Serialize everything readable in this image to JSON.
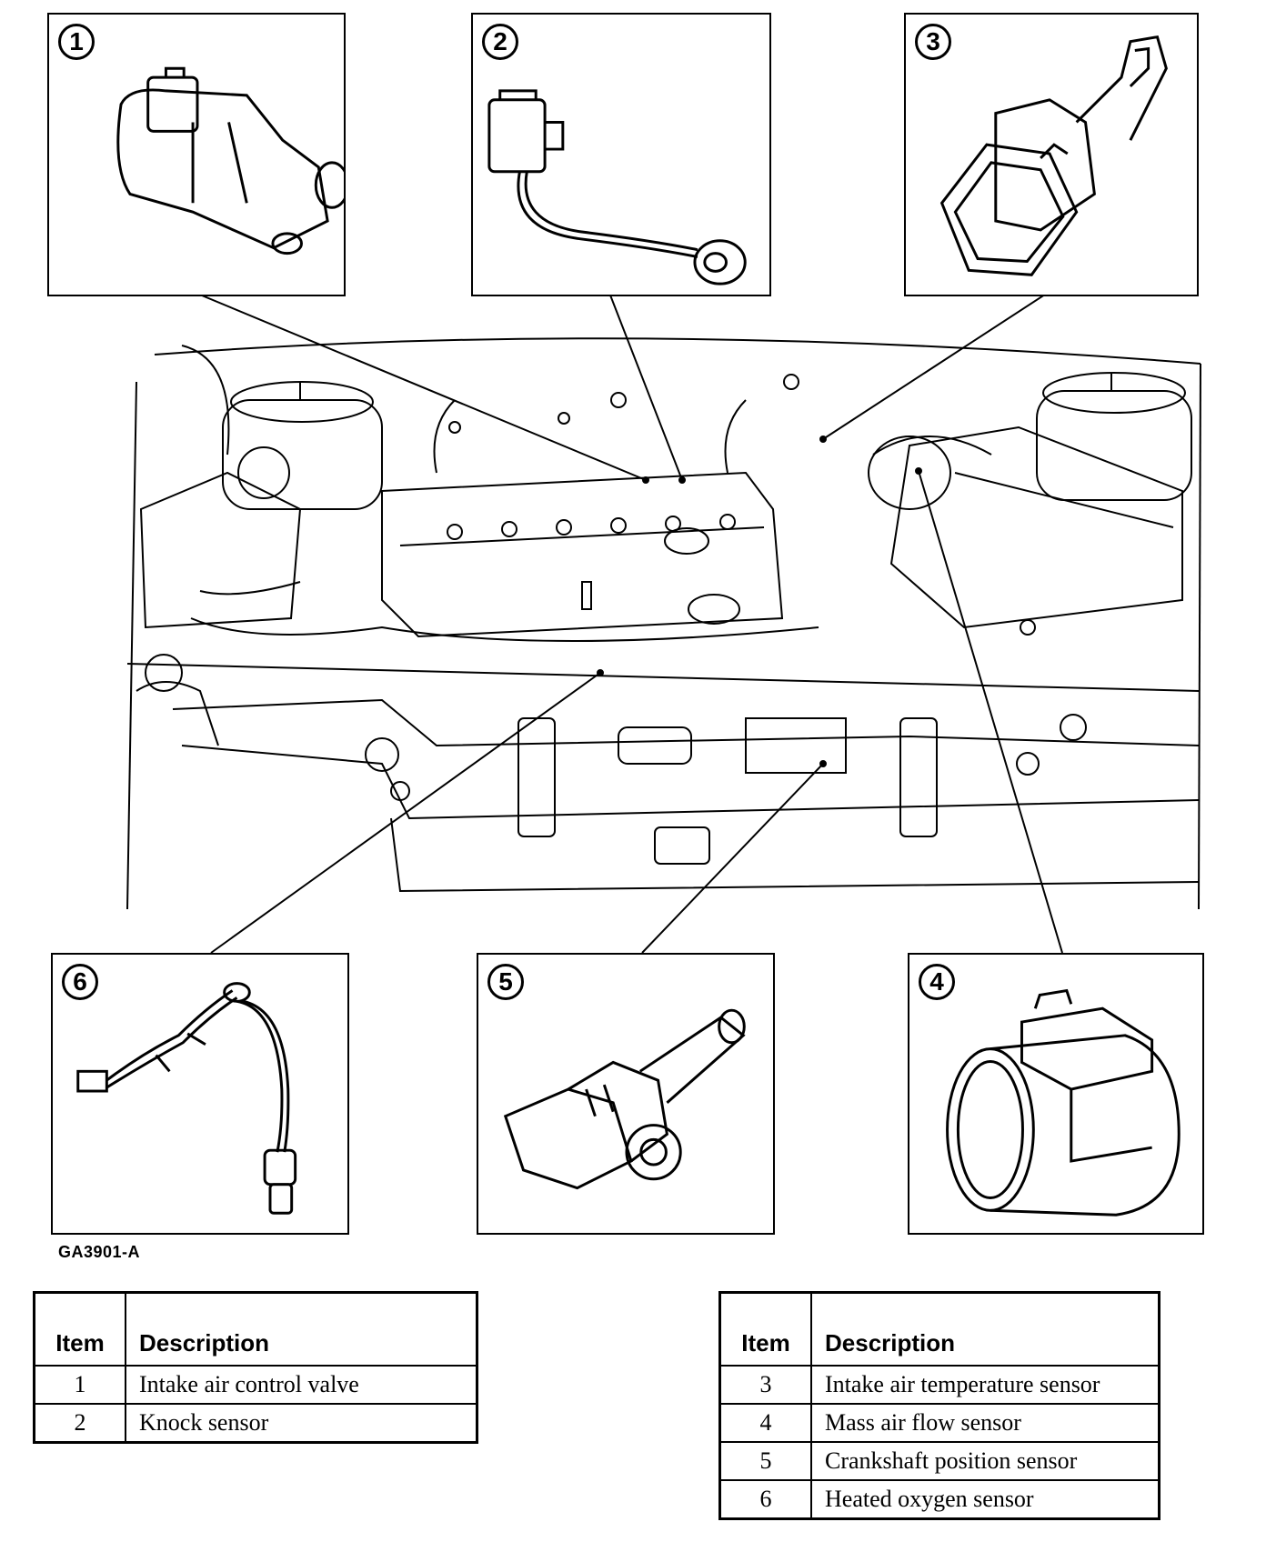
{
  "figure_code": "GA3901-A",
  "callouts": [
    {
      "number": "1",
      "icon": "intake-air-control-valve-icon"
    },
    {
      "number": "2",
      "icon": "knock-sensor-icon"
    },
    {
      "number": "3",
      "icon": "intake-air-temperature-sensor-icon"
    },
    {
      "number": "4",
      "icon": "mass-air-flow-sensor-icon"
    },
    {
      "number": "5",
      "icon": "crankshaft-position-sensor-icon"
    },
    {
      "number": "6",
      "icon": "heated-oxygen-sensor-icon"
    }
  ],
  "legend_tables": [
    {
      "headers": {
        "item": "Item",
        "description": "Description"
      },
      "rows": [
        {
          "item": "1",
          "description": "Intake air control valve"
        },
        {
          "item": "2",
          "description": "Knock sensor"
        }
      ]
    },
    {
      "headers": {
        "item": "Item",
        "description": "Description"
      },
      "rows": [
        {
          "item": "3",
          "description": "Intake air temperature sensor"
        },
        {
          "item": "4",
          "description": "Mass air flow sensor"
        },
        {
          "item": "5",
          "description": "Crankshaft position sensor"
        },
        {
          "item": "6",
          "description": "Heated oxygen sensor"
        }
      ]
    }
  ]
}
